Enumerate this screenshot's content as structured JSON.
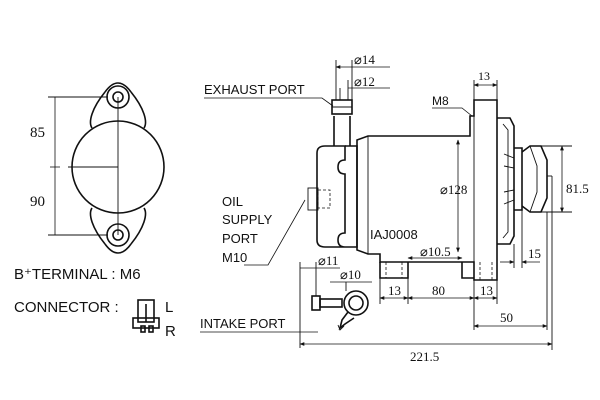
{
  "left_view": {
    "dim_top": "85",
    "dim_bottom": "90",
    "b_terminal": "B⁺TERMINAL : M6",
    "connector_label": "CONNECTOR :",
    "pin_l": "L",
    "pin_r": "R"
  },
  "side_view": {
    "exhaust_port": "EXHAUST PORT",
    "dia14": "⌀14",
    "dia12": "⌀12",
    "dim13_top": "13",
    "m8": "M8",
    "dia128": "⌀128",
    "dim815": "81.5",
    "oil_supply_line1": "OIL",
    "oil_supply_line2": "SUPPLY",
    "oil_supply_line3": "PORT",
    "oil_supply_thread": "M10",
    "model": "IAJ0008",
    "dia105": "⌀10.5",
    "dia11": "⌀11",
    "dia10": "⌀10",
    "dim15": "15",
    "dim13_left": "13",
    "dim80": "80",
    "dim13_right": "13",
    "intake_port": "INTAKE PORT",
    "dim50": "50",
    "dim2215": "221.5"
  }
}
